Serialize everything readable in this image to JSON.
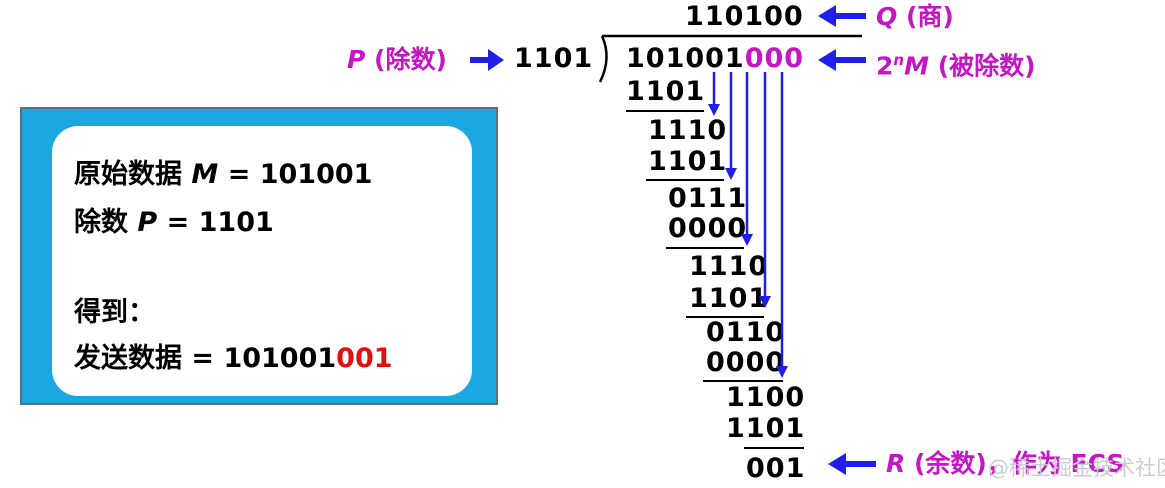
{
  "division": {
    "quotient": "110100",
    "divisor": "1101",
    "dividend_data": "101001",
    "dividend_zeros": "000",
    "steps": [
      "1101",
      "1110",
      "1101",
      "0111",
      "0000",
      "1110",
      "1101",
      "0110",
      "0000",
      "1100",
      "1101",
      "001"
    ]
  },
  "labels": {
    "q_var": "Q",
    "q_text": "(商)",
    "p_var": "P",
    "p_text": "(除数)",
    "m_prefix": "2",
    "m_sup": "n",
    "m_var": "M",
    "m_text": "(被除数)",
    "r_var": "R",
    "r_text": "(余数)，作为 FCS"
  },
  "panel": {
    "line1_label": "原始数据",
    "line1_var": "M",
    "line1_value": "= 101001",
    "line2_label": "除数",
    "line2_var": "P",
    "line2_value": "= 1101",
    "line3": "得到：",
    "line4_label": "发送数据 = ",
    "line4_data": "101001",
    "line4_fcs": "001"
  },
  "watermark": "@稀土掘金技术社区",
  "colors": {
    "magenta": "#c515c5",
    "blue_arrow": "#1f1fe8",
    "panel_blue": "#1aa7e2",
    "fcs_red": "#e01010"
  }
}
